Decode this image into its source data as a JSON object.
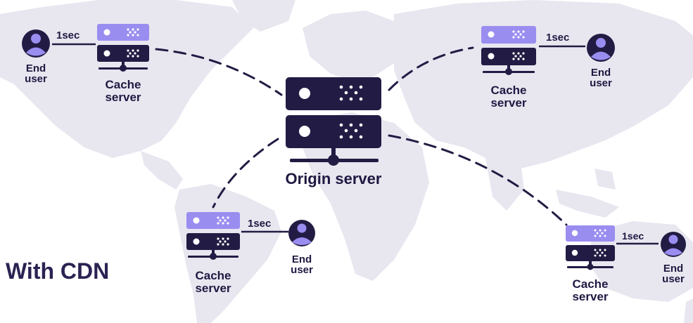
{
  "caption": "With CDN",
  "origin": {
    "label": "Origin server"
  },
  "cache_label_line1": "Cache",
  "cache_label_line2": "server",
  "enduser_label_line1": "End",
  "enduser_label_line2": "user",
  "latency": "1sec",
  "colors": {
    "map": "#e6e4ed",
    "dark": "#221c44",
    "accent": "#9a8df0",
    "text": "#1f1942"
  },
  "icons": [
    "server-icon",
    "user-icon"
  ]
}
